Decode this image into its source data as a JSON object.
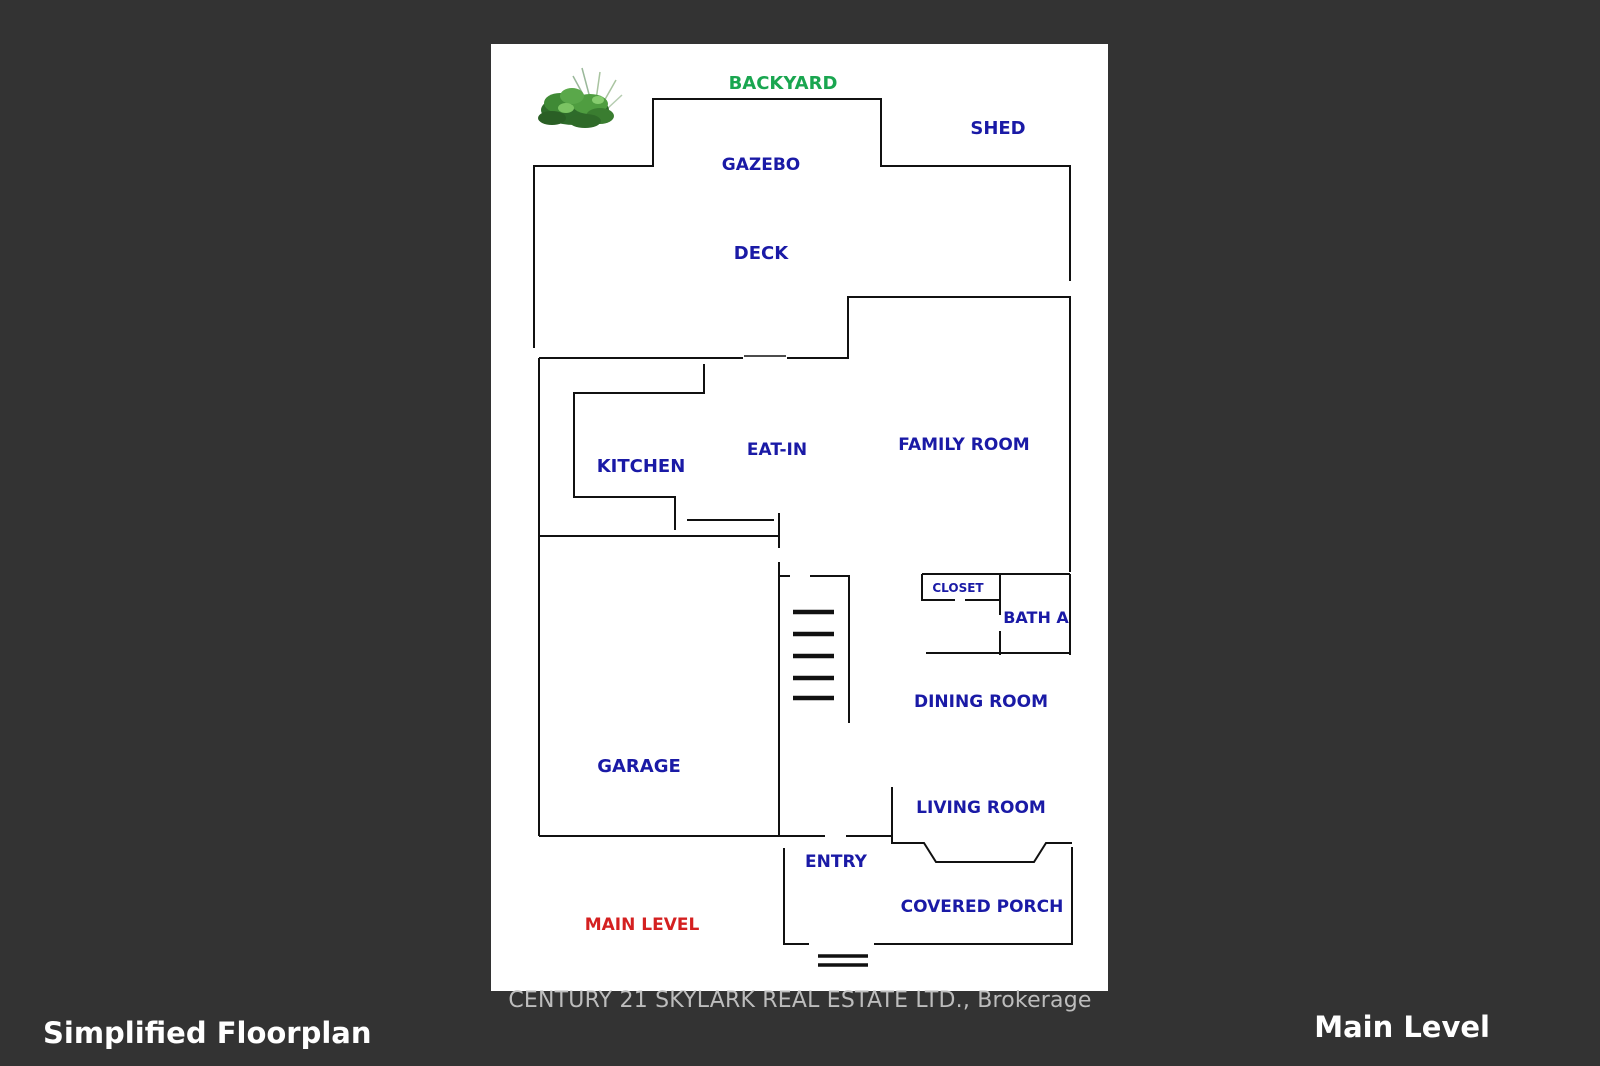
{
  "floorplan": {
    "labels": {
      "backyard": "BACKYARD",
      "shed": "SHED",
      "gazebo": "GAZEBO",
      "deck": "DECK",
      "kitchen": "KITCHEN",
      "eat_in": "EAT-IN",
      "family_room": "FAMILY ROOM",
      "closet": "CLOSET",
      "bath_a": "BATH A",
      "dining_room": "DINING ROOM",
      "garage": "GARAGE",
      "living_room": "LIVING ROOM",
      "entry": "ENTRY",
      "covered_porch": "COVERED PORCH",
      "main_level": "MAIN LEVEL"
    },
    "colors": {
      "room_label": "#1a1aa6",
      "backyard_label": "#1aa650",
      "main_level_label": "#d42020",
      "background": "#333333",
      "sheet": "#ffffff"
    },
    "icons": {
      "plant": "plant-illustration",
      "stairs": "stairs-symbol"
    }
  },
  "footer": {
    "left_title": "Simplified Floorplan",
    "right_title": "Main Level",
    "watermark": "CENTURY 21 SKYLARK REAL ESTATE LTD., Brokerage"
  }
}
